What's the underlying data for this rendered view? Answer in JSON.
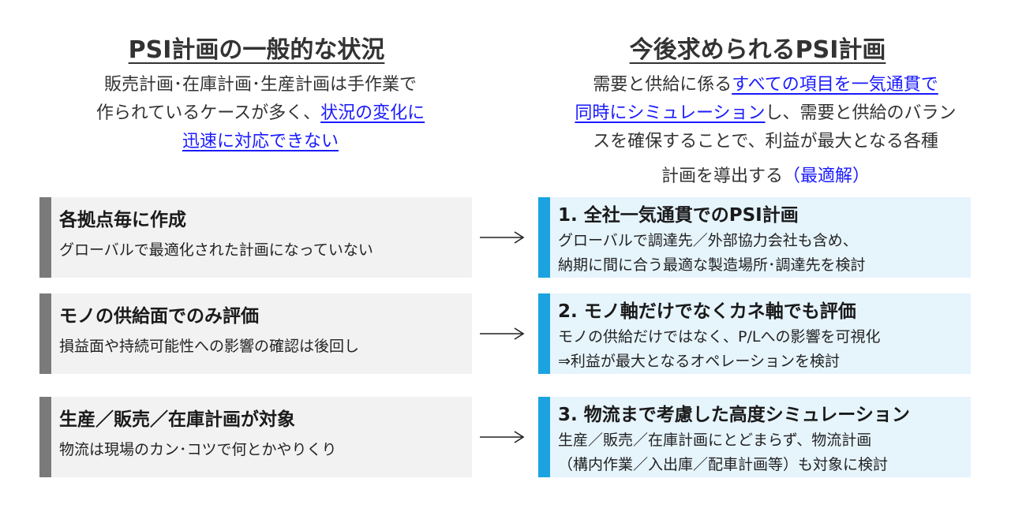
{
  "left": {
    "heading": "PSI計画の一般的な状況",
    "desc": {
      "line1": "販売計画･在庫計画･生産計画は手作業で",
      "line2_plain": "作られているケースが多く、",
      "line2_link": "状況の変化に",
      "line3_link": "迅速に対応できない"
    }
  },
  "right": {
    "heading": "今後求められるPSI計画",
    "desc": {
      "line1_plain": "需要と供給に係る",
      "line1_link": "すべての項目を一気通貫で",
      "line2_link": "同時にシミュレーション",
      "line2_plain": "し、需要と供給のバラン",
      "line3": "スを確保することで、利益が最大となる各種",
      "line4_plain": "計画を導出する",
      "line4_opt": "（最適解）"
    }
  },
  "rows": [
    {
      "problem_title": "各拠点毎に作成",
      "problem_body": "グローバルで最適化された計画になっていない",
      "solution_title": "1. 全社一気通貫でのPSI計画",
      "solution_body_1": "グローバルで調達先／外部協力会社も含め、",
      "solution_body_2": "納期に間に合う最適な製造場所･調達先を検討"
    },
    {
      "problem_title": "モノの供給面でのみ評価",
      "problem_body": "損益面や持続可能性への影響の確認は後回し",
      "solution_title": "2. モノ軸だけでなくカネ軸でも評価",
      "solution_body_1": "モノの供給だけではなく、P/Lへの影響を可視化",
      "solution_body_2": "⇒利益が最大となるオペレーションを検討"
    },
    {
      "problem_title": "生産／販売／在庫計画が対象",
      "problem_body": "物流は現場のカン･コツで何とかやりくり",
      "solution_title": "3. 物流まで考慮した高度シミュレーション",
      "solution_body_1": "生産／販売／在庫計画にとどまらず、物流計画",
      "solution_body_2": "（構内作業／入出庫／配車計画等）も対象に検討"
    }
  ],
  "colors": {
    "left_accent": "#7a7a7a",
    "left_bg": "#f2f2f2",
    "right_accent": "#1aa3e0",
    "right_bg": "#e6f4fc",
    "highlight_text": "#1a1aff"
  },
  "icons": {
    "arrow": "right-arrow-icon"
  }
}
